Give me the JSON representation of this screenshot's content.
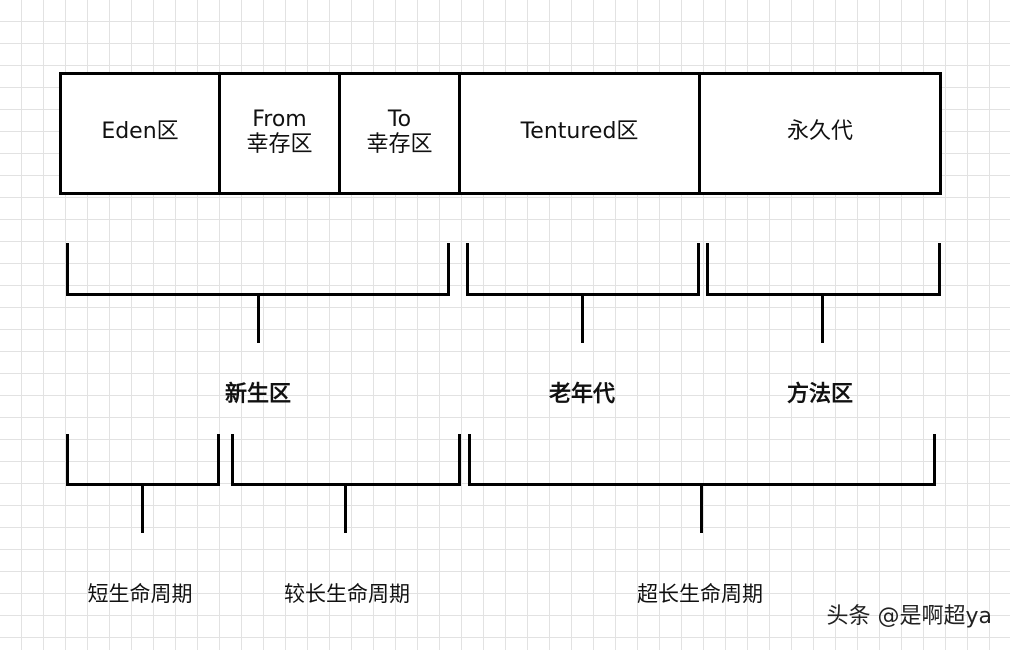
{
  "memory_regions": [
    {
      "label": "Eden区"
    },
    {
      "label": "From\n幸存区"
    },
    {
      "label": "To\n幸存区"
    },
    {
      "label": "Tentured区"
    },
    {
      "label": "永久代"
    }
  ],
  "generation_labels": {
    "young": "新生区",
    "old": "老年代",
    "method": "方法区"
  },
  "lifecycle_labels": {
    "short": "短生命周期",
    "longer": "较长生命周期",
    "very_long": "超长生命周期"
  },
  "watermark": "头条 @是啊超ya"
}
